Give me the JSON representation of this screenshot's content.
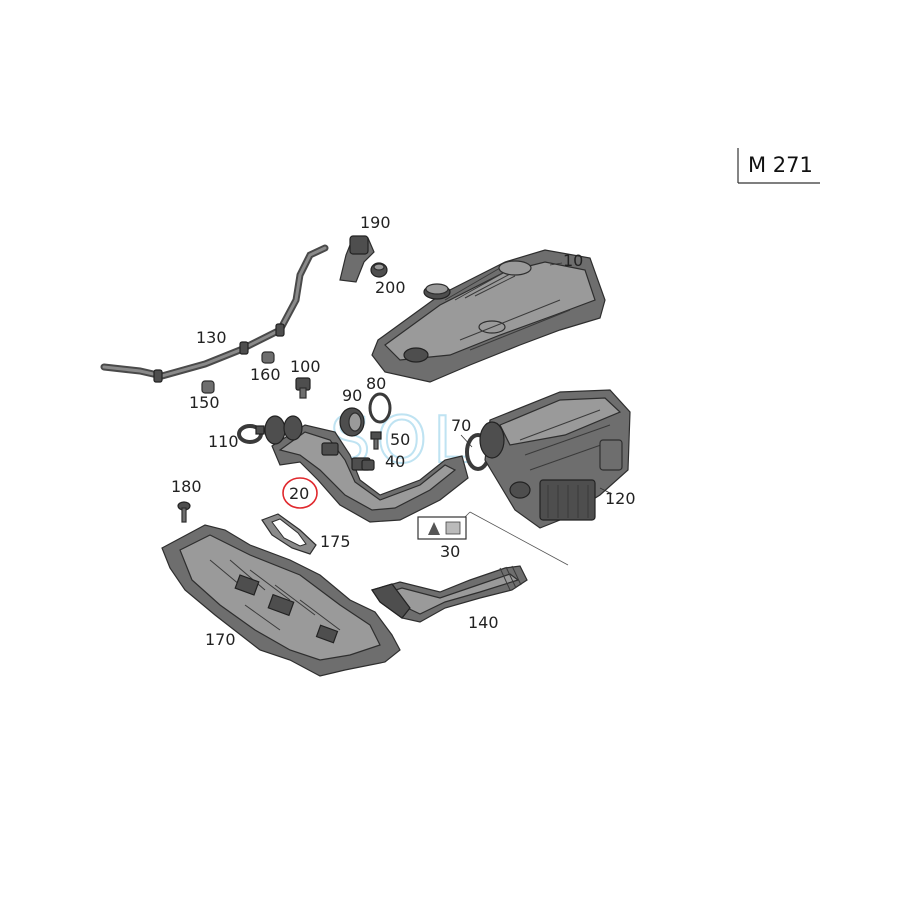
{
  "model_code": "M 271",
  "watermark": "SOL",
  "callouts": {
    "p10": "10",
    "p20": "20",
    "p30": "30",
    "p40": "40",
    "p50": "50",
    "p70": "70",
    "p80": "80",
    "p90": "90",
    "p100": "100",
    "p110": "110",
    "p120": "120",
    "p130": "130",
    "p140": "140",
    "p150": "150",
    "p160": "160",
    "p170": "170",
    "p175": "175",
    "p180": "180",
    "p190": "190",
    "p200": "200"
  },
  "highlight_color": "#e0282d"
}
